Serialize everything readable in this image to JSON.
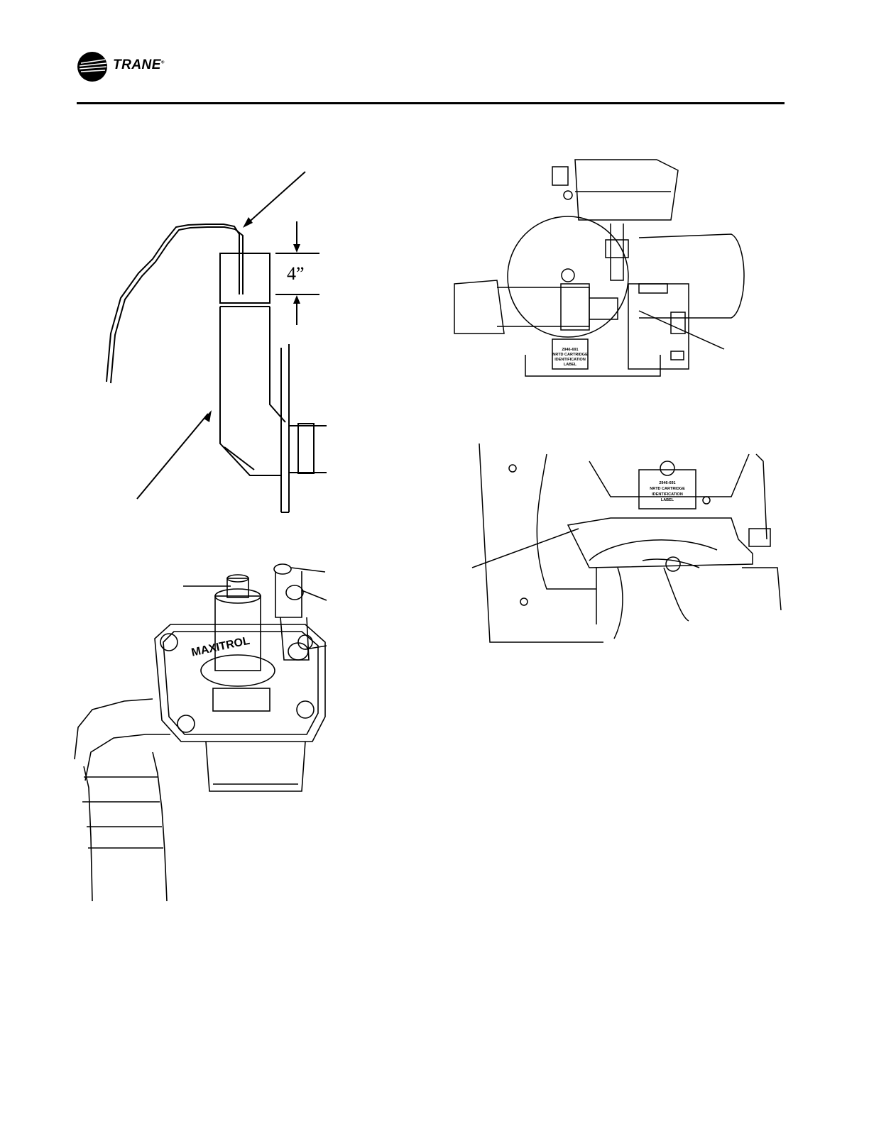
{
  "header": {
    "brand_name": "TRANE",
    "brand_mark": "®"
  },
  "figures": {
    "flue_probe": {
      "dimension_label": "4”"
    },
    "pressure_regulator": {
      "brand_text": "MAXITROL"
    },
    "burner_assembly": {
      "label_text": [
        "2946-691",
        "NRTD CARTRIDGE",
        "IDENTIFICATION",
        "LABEL"
      ]
    },
    "burner_detail": {
      "label_text": [
        "2946-691",
        "NRTD CARTRIDGE",
        "IDENTIFICATION",
        "LABEL"
      ]
    }
  }
}
